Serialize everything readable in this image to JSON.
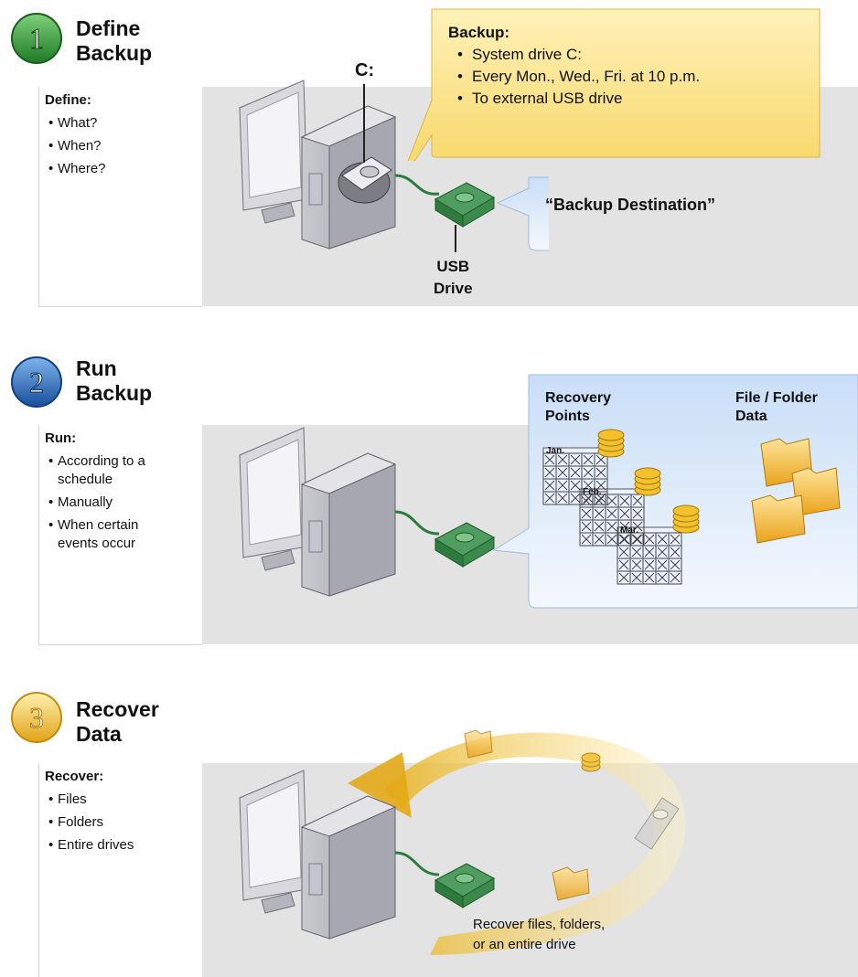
{
  "steps": [
    {
      "number": "1",
      "title": "Define\nBackup",
      "box_heading": "Define:",
      "items": [
        "What?",
        "When?",
        "Where?"
      ],
      "drive_label": "C:",
      "usb_label": "USB\nDrive",
      "callout": {
        "heading": "Backup:",
        "items": [
          "System drive C:",
          "Every Mon., Wed., Fri. at 10 p.m.",
          "To external USB drive"
        ]
      },
      "destination_label": "“Backup Destination”"
    },
    {
      "number": "2",
      "title": "Run\nBackup",
      "box_heading": "Run:",
      "items": [
        "According to a\nschedule",
        "Manually",
        "When certain\nevents occur"
      ],
      "recovery_points_label": "Recovery\nPoints",
      "file_folder_label": "File / Folder\nData",
      "months": [
        "Jan.",
        "Feb.",
        "Mar."
      ]
    },
    {
      "number": "3",
      "title": "Recover\nData",
      "box_heading": "Recover:",
      "items": [
        "Files",
        "Folders",
        "Entire drives"
      ],
      "caption": "Recover files, folders,\nor an entire drive"
    }
  ],
  "colors": {
    "step1_badge": "#2e8b2e",
    "step2_badge": "#1f5fb0",
    "step3_badge": "#f0b41e",
    "panel_gray": "#e3e3e3",
    "yellow_callout": "#fbe07a",
    "blue_callout": "#dbe9f8",
    "usb_green": "#3f8a52"
  }
}
